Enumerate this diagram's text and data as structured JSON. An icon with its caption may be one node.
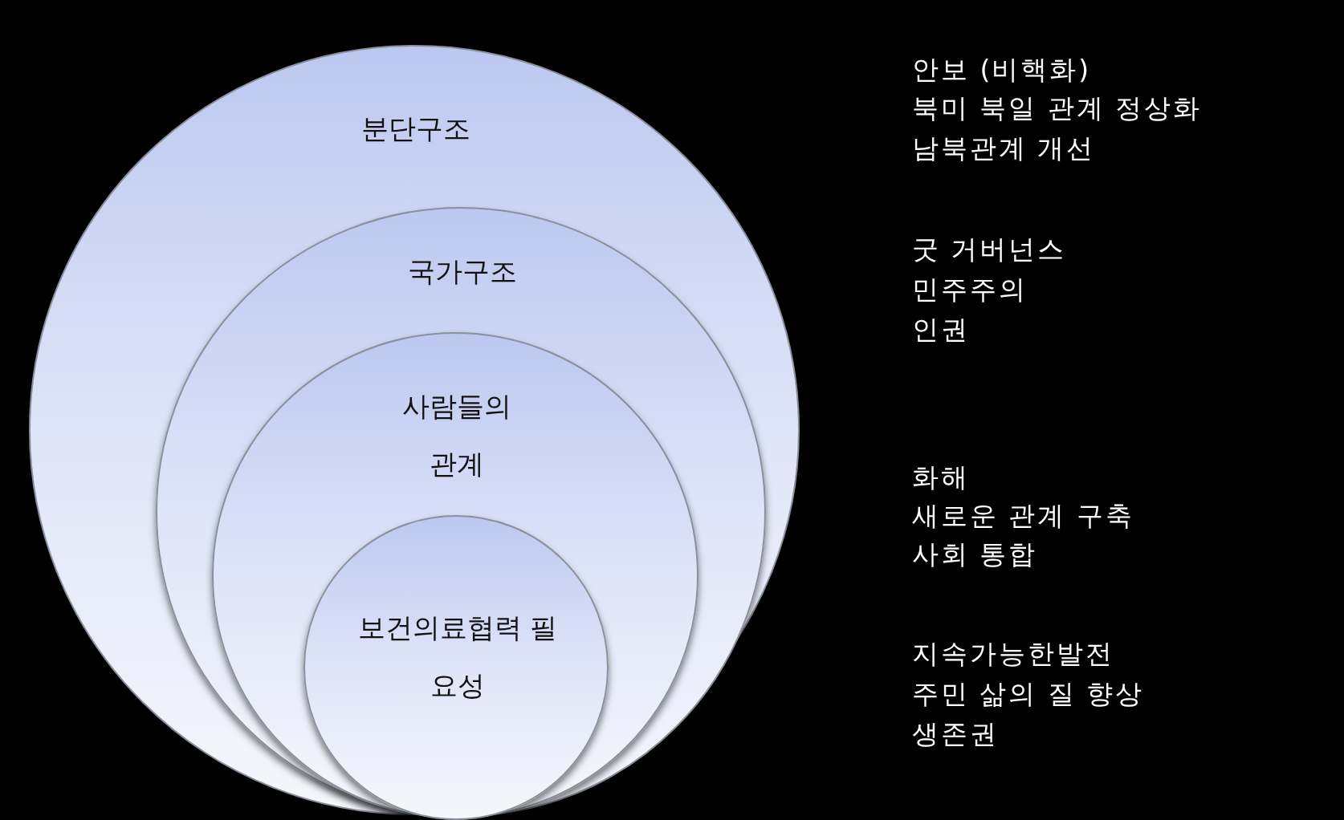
{
  "diagram": {
    "nodes": [
      {
        "text": [
          "분단구조"
        ]
      },
      {
        "text": [
          "국가구조"
        ],
        "in": 0
      },
      {
        "text": [
          "사람들의 관계"
        ],
        "in": 1
      },
      {
        "text": [
          "보건의료협력 필요성"
        ],
        "in": 2
      }
    ],
    "labels": [
      "안보 (비핵화)",
      "북미 북일 관계 정상화",
      "남북관계 개선",
      "굿 거버넌스",
      "민주주의",
      "인권",
      "화해",
      "새로운 관계 구축",
      "사회 통합",
      "지속가능한발전",
      "주민 삶의 질 향상",
      "생존권"
    ]
  }
}
